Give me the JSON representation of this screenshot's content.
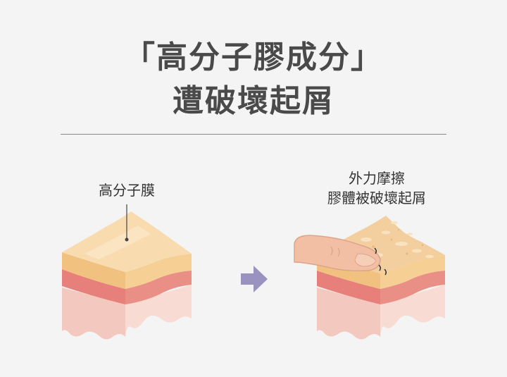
{
  "title": {
    "line1": "「高分子膠成分」",
    "line2": "遭破壞起屑"
  },
  "left": {
    "label": "高分子膜"
  },
  "right": {
    "label_line1": "外力摩擦",
    "label_line2": "膠體被破壞起屑"
  },
  "colors": {
    "title_text": "#4a4a4a",
    "film": "#f7d9b0",
    "dermis_red": "#e8857e",
    "tissue_pink": "#f5cfc5",
    "arrow": "#9b93bf"
  },
  "icons": [
    "arrow-right-icon",
    "finger-icon",
    "skin-block-icon"
  ]
}
